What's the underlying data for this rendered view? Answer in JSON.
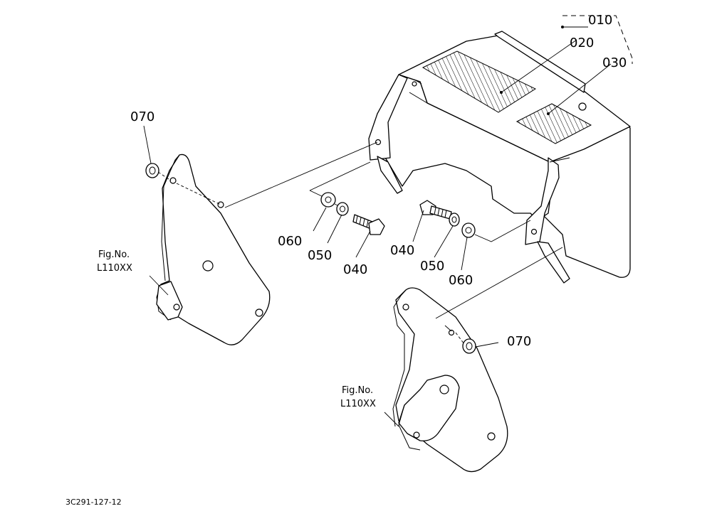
{
  "callouts": {
    "c010": "010",
    "c020": "020",
    "c030": "030",
    "c040_left": "040",
    "c040_right": "040",
    "c050_left": "050",
    "c050_right": "050",
    "c060_left": "060",
    "c060_right": "060",
    "c070_left": "070",
    "c070_right": "070"
  },
  "references": {
    "left_fig_no": "Fig.No.",
    "left_fig_code": "L110XX",
    "right_fig_no": "Fig.No.",
    "right_fig_code": "L110XX"
  },
  "drawing_code": "3C291-127-12"
}
